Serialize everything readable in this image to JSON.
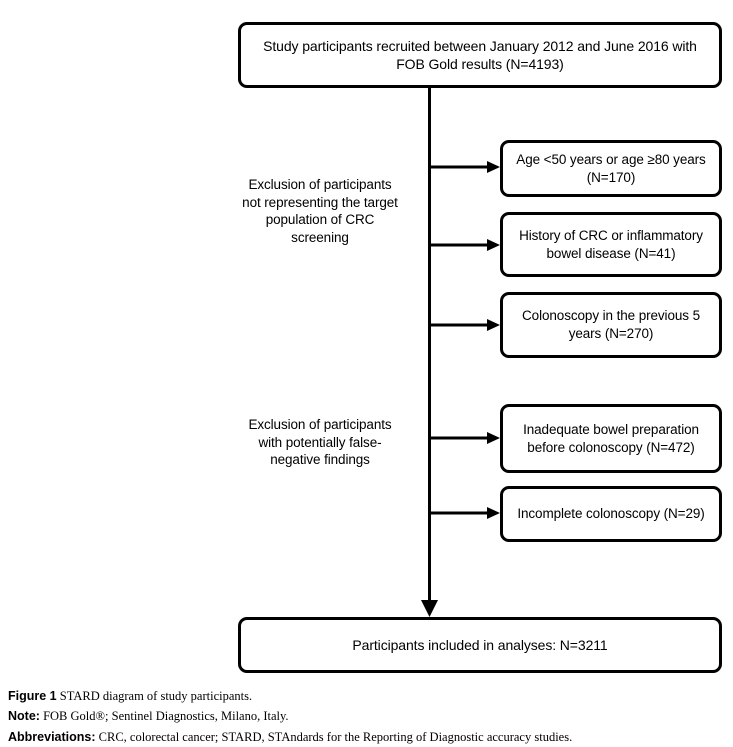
{
  "figure": {
    "type": "flowchart",
    "title": "STARD diagram of study participants",
    "nodes": {
      "top": "Study participants recruited between January 2012 and June 2016 with FOB Gold results (N=4193)",
      "bottom": "Participants included in analyses: N=3211",
      "exclusions": [
        "Age <50 years or age ≥80 years (N=170)",
        "History of CRC or inflammatory bowel disease (N=41)",
        "Colonoscopy in the previous 5 years (N=270)",
        "Inadequate bowel preparation before colonoscopy (N=472)",
        "Incomplete colonoscopy (N=29)"
      ]
    },
    "side_labels": [
      "Exclusion of participants not representing the target population of CRC screening",
      "Exclusion of participants with potentially false-negative findings"
    ],
    "counts": {
      "recruited": 4193,
      "excluded_age": 170,
      "excluded_history_crc_ibd": 41,
      "excluded_prior_colonoscopy": 270,
      "excluded_inadequate_prep": 472,
      "excluded_incomplete_colonoscopy": 29,
      "included": 3211
    },
    "line_color": "#000000",
    "box_fill": "#ffffff"
  },
  "caption": {
    "figure_lead": "Figure 1",
    "figure_text": " STARD diagram of study participants.",
    "note_lead": "Note:",
    "note_text": " FOB Gold®; Sentinel Diagnostics, Milano, Italy.",
    "abbrev_lead": "Abbreviations:",
    "abbrev_text": " CRC, colorectal cancer; STARD, STAndards for the Reporting of Diagnostic accuracy studies."
  }
}
